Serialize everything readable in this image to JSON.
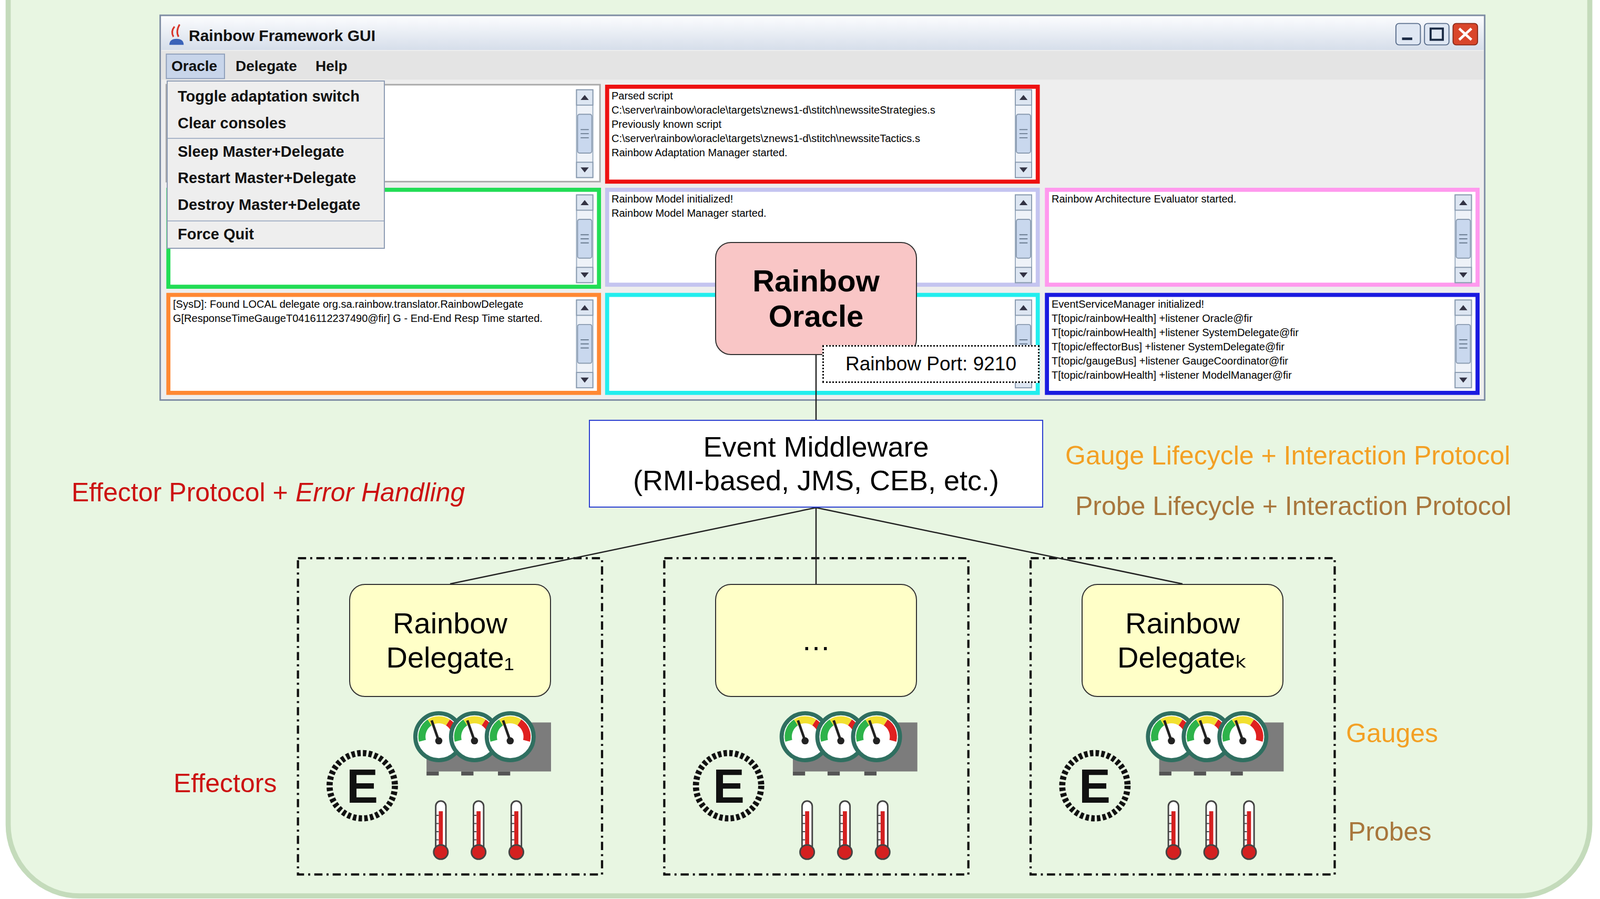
{
  "diagram": {
    "nodes": [
      {
        "text": [
          "Rainbow Framework GUI"
        ]
      },
      {
        "text": [
          "Toggle adaptation switch",
          "Clear consoles",
          "Sleep Master+Delegate",
          "Restart Master+Delegate",
          "Destroy Master+Delegate",
          "Force Quit"
        ],
        "in": 0
      },
      {
        "text": [
          "Parsed script",
          "C:\\server\\rainbow\\oracle\\targets\\znews1-d\\stitch\\newssiteStrategies.s",
          "Previously known script",
          "C:\\server\\rainbow\\oracle\\targets\\znews1-d\\stitch\\newssiteTactics.s",
          "Rainbow Adaptation Manager started."
        ],
        "in": 0
      },
      {
        "text": [
          "Rainbow Model initialized!",
          "Rainbow Model Manager started."
        ],
        "in": 0
      },
      {
        "text": [
          "Rainbow Architecture Evaluator started."
        ],
        "in": 0
      },
      {
        "text": [
          "[SysD]: Found LOCAL delegate org.sa.rainbow.translator.RainbowDelegate",
          "G[ResponseTimeGaugeT0416112237490@fir] G - End-End Resp Time started."
        ],
        "in": 0
      },
      {
        "text": [
          "EventServiceManager initialized!",
          "T[topic/rainbowHealth] +listener Oracle@fir",
          "T[topic/rainbowHealth] +listener SystemDelegate@fir",
          "T[topic/effectorBus] +listener SystemDelegate@fir",
          "T[topic/gaugeBus] +listener GaugeCoordinator@fir",
          "T[topic/rainbowHealth] +listener ModelManager@fir"
        ],
        "in": 0
      },
      {
        "text": [
          "Rainbow Oracle"
        ]
      },
      {
        "text": [
          "Rainbow Port: 9210"
        ]
      },
      {
        "text": [
          "Event Middleware",
          "(RMI-based, JMS, CEB, etc.)"
        ]
      },
      {
        "text": [
          "Rainbow Delegate₁"
        ]
      },
      {
        "text": [
          "…"
        ]
      },
      {
        "text": [
          "Rainbow Delegateₖ"
        ]
      }
    ],
    "edges": [
      {
        "from": 7,
        "to": 9,
        "arrow": "none"
      },
      {
        "from": 9,
        "to": 10,
        "arrow": "none"
      },
      {
        "from": 9,
        "to": 11,
        "arrow": "none"
      },
      {
        "from": 9,
        "to": 12,
        "arrow": "none"
      }
    ],
    "labels": [
      "Oracle",
      "Delegate",
      "Help",
      "Effector Protocol +",
      "Error Handling",
      "Gauge Lifecycle + Interaction Protocol",
      "Probe Lifecycle + Interaction Protocol",
      "E",
      "E",
      "E",
      "Effectors",
      "Gauges",
      "Probes"
    ]
  }
}
